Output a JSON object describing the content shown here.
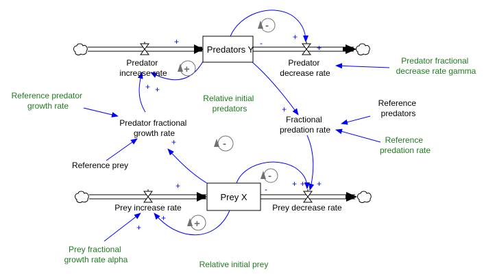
{
  "stocks": {
    "predators": "Predators Y",
    "prey": "Prey X"
  },
  "flows": {
    "predator_increase": [
      "Predator",
      "increase rate"
    ],
    "predator_decrease": [
      "Predator",
      "decrease rate"
    ],
    "prey_increase": "Prey increase rate",
    "prey_decrease": "Prey decrease rate"
  },
  "auxiliaries": {
    "predator_fractional_growth": [
      "Predator fractional",
      "growth rate"
    ],
    "fractional_predation": [
      "Fractional",
      "predation rate"
    ],
    "reference_prey": "Reference prey",
    "reference_predators": [
      "Reference",
      "predators"
    ]
  },
  "constants": {
    "reference_predator_growth": [
      "Reference predator",
      "growth rate"
    ],
    "predator_fractional_decrease": [
      "Predator fractional",
      "decrease rate gamma"
    ],
    "relative_initial_predators": [
      "Relative initial",
      "predators"
    ],
    "reference_predation_rate": [
      "Reference",
      "predation rate"
    ],
    "prey_fractional_growth": [
      "Prey fractional",
      "growth rate alpha"
    ],
    "relative_initial_prey": "Relative initial prey"
  },
  "polarity": {
    "plus": "+",
    "minus": "-"
  },
  "loops": {
    "positive": "+",
    "negative": "-"
  },
  "colors": {
    "link": "#0000ff",
    "constant_text": "#1f7a1f",
    "loop_marker": "#707070",
    "pipe": "#000000"
  },
  "icons": [
    "cloud-icon",
    "valve-icon",
    "loop-arrow-icon"
  ]
}
